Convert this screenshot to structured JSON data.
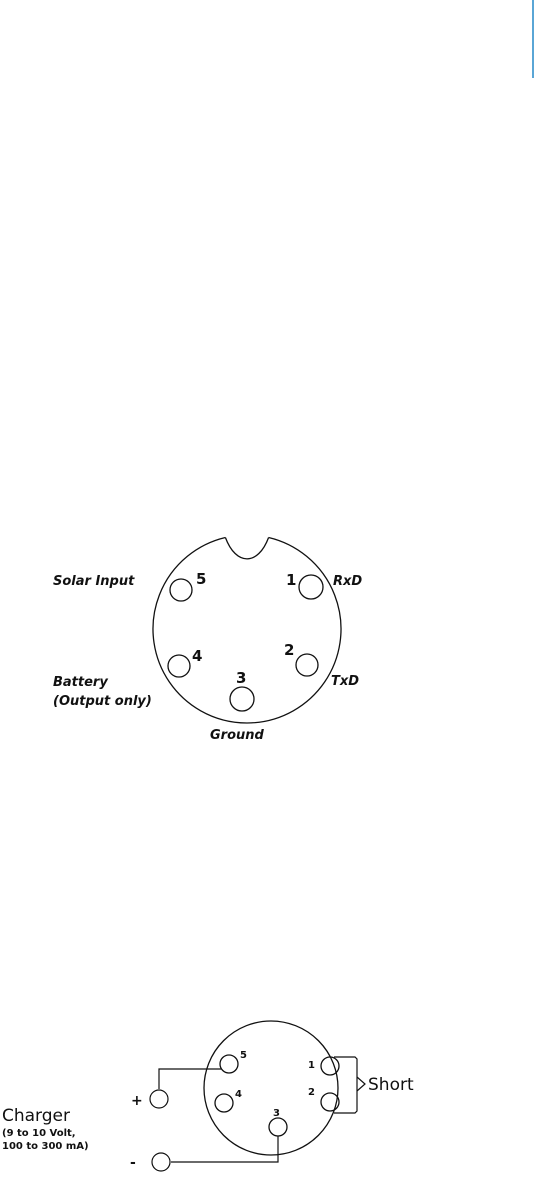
{
  "connector_pinout": {
    "pins": [
      {
        "number": "1",
        "signal": "RxD"
      },
      {
        "number": "2",
        "signal": "TxD"
      },
      {
        "number": "3",
        "signal": "Ground"
      },
      {
        "number": "4",
        "signal_line1": "Battery",
        "signal_line2": "(Output only)"
      },
      {
        "number": "5",
        "signal": "Solar Input"
      }
    ]
  },
  "charging_diagram": {
    "pins": [
      "1",
      "2",
      "3",
      "4",
      "5"
    ],
    "short_label": "Short",
    "plus_label": "+",
    "minus_label": "-",
    "charger_title": "Charger",
    "charger_spec_line1": "(9 to 10 Volt,",
    "charger_spec_line2": "100 to 300 mA)"
  },
  "colors": {
    "stroke": "#111111",
    "edge_rule": "#5aa6d6"
  }
}
